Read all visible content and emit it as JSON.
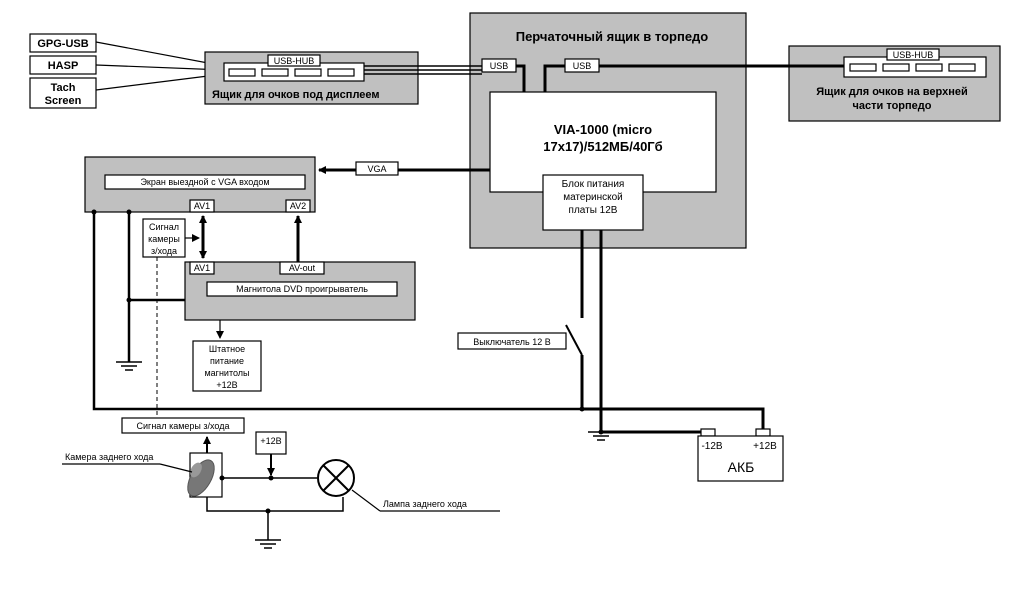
{
  "inputs": {
    "gpg_usb": "GPG-USB",
    "hasp": "HASP",
    "touch_line1": "Tach",
    "touch_line2": "Screen"
  },
  "hub_box_left": {
    "hub_label": "USB-HUB",
    "caption": "Ящик для очков под  дисплеем"
  },
  "glovebox": {
    "title": "Перчаточный ящик  в торпедо",
    "usb1": "USB",
    "usb2": "USB"
  },
  "computer": {
    "line1": "VIA-1000 (micro",
    "line2": "17x17)/512МБ/40Гб"
  },
  "psu": {
    "line1": "Блок питания",
    "line2": "материнской",
    "line3": "платы 12В"
  },
  "hub_box_right": {
    "hub_label": "USB-HUB",
    "caption_line1": "Ящик для очков  на верхней",
    "caption_line2": "части торпедо"
  },
  "vga_label": "VGA",
  "screen": {
    "label": "Экран выездной  с VGA входом",
    "av1": "AV1",
    "av2": "AV2"
  },
  "camera_signal_note": {
    "line1": "Сигнал",
    "line2": "камеры",
    "line3": "з/хода"
  },
  "dvd": {
    "av1": "AV1",
    "av_out": "AV-out",
    "label": "Магнитола DVD проигрыватель"
  },
  "stock_power": {
    "line1": "Штатное",
    "line2": "питание",
    "line3": "магнитолы",
    "line4": "+12В"
  },
  "switch_label": "Выключатель  12 В",
  "battery": {
    "label": "АКБ",
    "minus": "-12В",
    "plus": "+12В"
  },
  "camera_signal_label": "Сигнал камеры з/хода",
  "plus12_label": "+12В",
  "camera_label": "Камера заднего хода",
  "lamp_label": "Лампа заднего хода"
}
